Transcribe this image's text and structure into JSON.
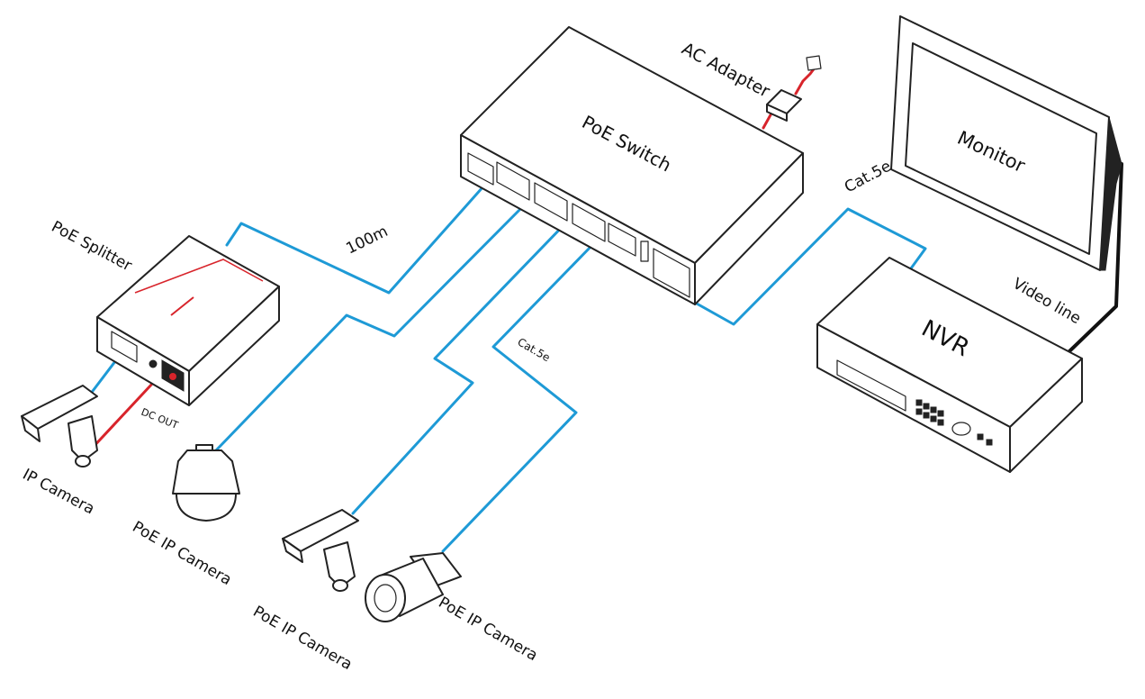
{
  "labels": {
    "poe_switch": "PoE  Switch",
    "ac_adapter": "AC Adapter",
    "monitor": "Monitor",
    "nvr": "NVR",
    "video_line": "Video line",
    "cat5e_nvr": "Cat.5e",
    "cat5e_camera": "Cat.5e",
    "distance": "100m",
    "poe_splitter": "PoE Splitter",
    "dc_out": "DC OUT",
    "ip_camera": "IP Camera",
    "poe_ip_camera_dome": "PoE IP Camera",
    "poe_ip_camera_box": "PoE IP Camera",
    "poe_ip_camera_bullet": "PoE IP Camera"
  },
  "colors": {
    "network_cable": "#1e9ad6",
    "power_cable": "#d8242b",
    "video_cable": "#111111",
    "device_outline": "#222222"
  }
}
